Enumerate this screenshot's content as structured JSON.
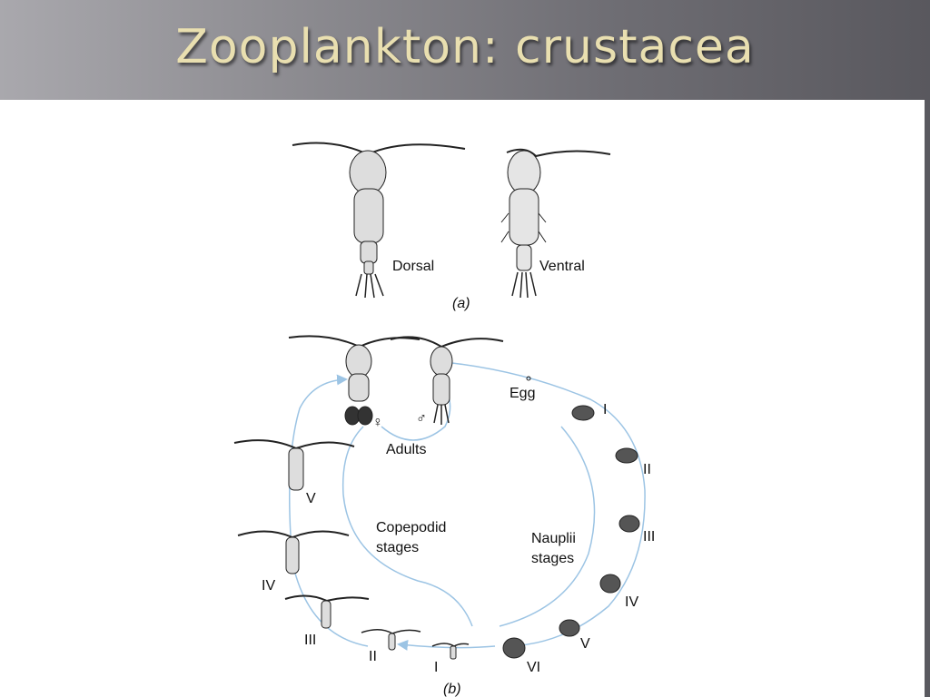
{
  "slide": {
    "title": "Zooplankton: crustacea"
  },
  "figure_a": {
    "dorsal_label": "Dorsal",
    "ventral_label": "Ventral",
    "panel_label": "(a)"
  },
  "figure_b": {
    "egg_label": "Egg",
    "adults_label": "Adults",
    "female_symbol": "♀",
    "male_symbol": "♂",
    "copepodid_label_1": "Copepodid",
    "copepodid_label_2": "stages",
    "nauplii_label_1": "Nauplii",
    "nauplii_label_2": "stages",
    "nauplii_stages": [
      "I",
      "II",
      "III",
      "IV",
      "V",
      "VI"
    ],
    "copepodid_stages": [
      "I",
      "II",
      "III",
      "IV",
      "V"
    ],
    "panel_label": "(b)",
    "arrow_color": "#9cc4e4"
  }
}
